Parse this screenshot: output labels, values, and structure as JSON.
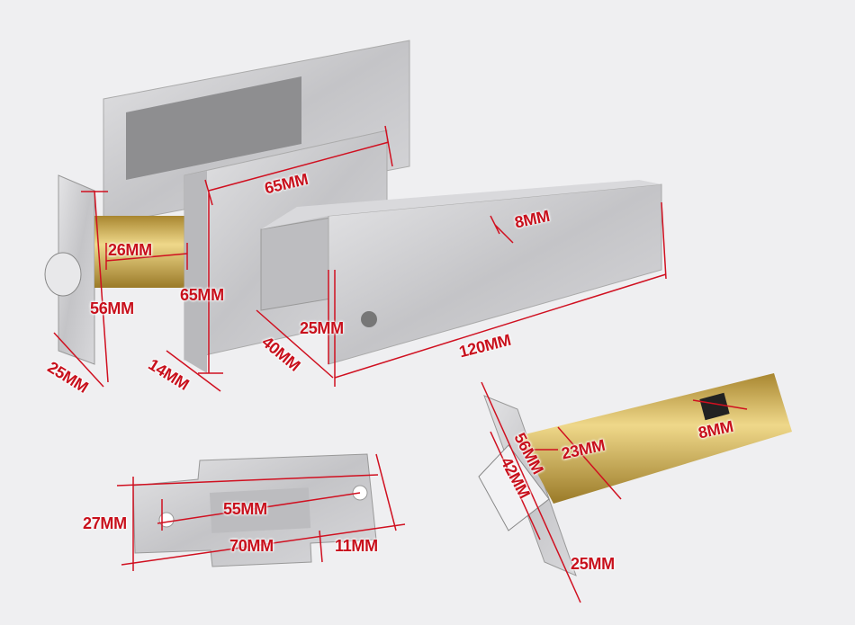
{
  "colors": {
    "dimension_line": "#d01020",
    "steel": "#c9c9cc",
    "brass": "#c9a64a",
    "background": "#efeff1"
  },
  "lever": {
    "rose_width": "65MM",
    "rose_height": "65MM",
    "rose_depth": "14MM",
    "handle_thickness": "8MM",
    "handle_length": "120MM",
    "handle_depth": "40MM",
    "handle_width": "25MM"
  },
  "latch_side": {
    "spindle_length": "26MM",
    "faceplate_height": "56MM",
    "faceplate_width": "25MM"
  },
  "strike_plate": {
    "hole_spacing": "55MM",
    "length": "70MM",
    "height": "27MM",
    "lip_depth": "11MM"
  },
  "latch": {
    "faceplate_height": "56MM",
    "inner_height": "42MM",
    "body_diameter": "23MM",
    "spindle_hole": "8MM",
    "faceplate_width": "25MM"
  }
}
